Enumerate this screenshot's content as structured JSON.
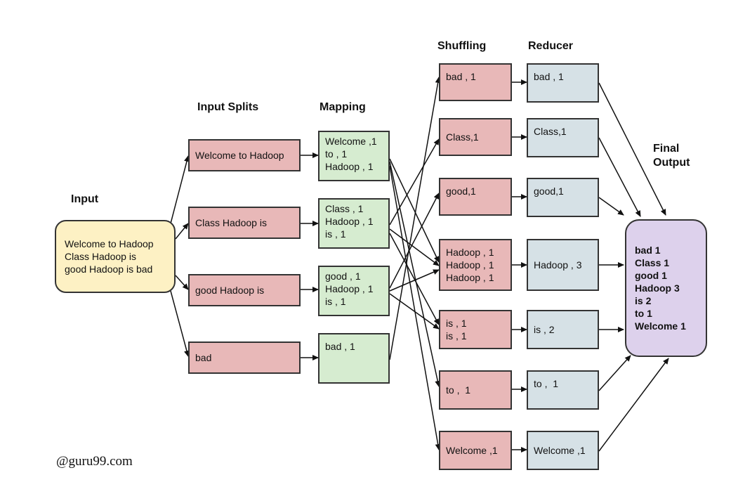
{
  "labels": {
    "input": "Input",
    "splits": "Input Splits",
    "mapping": "Mapping",
    "shuffling": "Shuffling",
    "reducer": "Reducer",
    "final_line1": "Final",
    "final_line2": "Output"
  },
  "input": {
    "lines": [
      "Welcome to Hadoop",
      "Class Hadoop is",
      "good Hadoop is bad"
    ]
  },
  "splits": [
    "Welcome to Hadoop",
    "Class Hadoop is",
    "good Hadoop is",
    "bad"
  ],
  "mapping": [
    [
      "Welcome ,1",
      "to , 1",
      "Hadoop , 1"
    ],
    [
      "Class , 1",
      "Hadoop , 1",
      "is , 1"
    ],
    [
      "good , 1",
      "Hadoop , 1",
      "is , 1"
    ],
    [
      "bad , 1"
    ]
  ],
  "shuffling": [
    [
      "bad , 1"
    ],
    [
      "Class,1"
    ],
    [
      "good,1"
    ],
    [
      "Hadoop , 1",
      "Hadoop , 1",
      "Hadoop , 1"
    ],
    [
      "is , 1",
      "is , 1"
    ],
    [
      "to ,  1"
    ],
    [
      "Welcome ,1"
    ]
  ],
  "reducer": [
    "bad , 1",
    "Class,1",
    "good,1",
    "Hadoop , 3",
    "is , 2",
    "to ,  1",
    "Welcome ,1"
  ],
  "final_output": [
    "bad 1",
    "Class 1",
    "good 1",
    "Hadoop 3",
    "is 2",
    "to 1",
    "Welcome 1"
  ],
  "watermark": "@guru99.com",
  "colors": {
    "input_fill": "#fdf1c4",
    "split_fill": "#e8b8b8",
    "map_fill": "#d6ecd0",
    "shuffle_fill": "#e8b8b8",
    "reduce_fill": "#d6e1e6",
    "output_fill": "#ddd1ec",
    "stroke": "#333333"
  }
}
